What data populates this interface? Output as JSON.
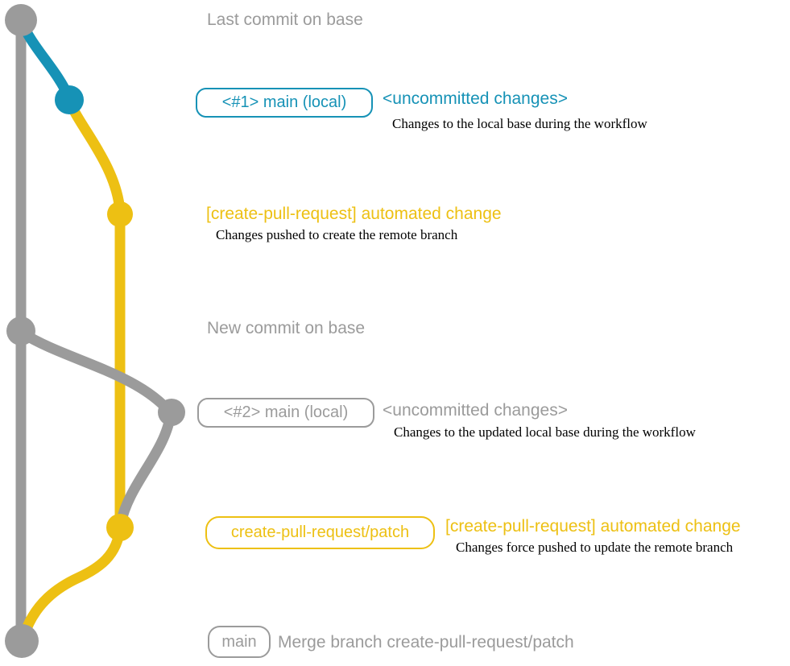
{
  "colors": {
    "gray": "#9b9b9b",
    "teal": "#1692b6",
    "yellow": "#edc013",
    "ink": "#000000",
    "background": "#ffffff"
  },
  "diagram": {
    "type": "git-branch-graph",
    "base_branch_color": "gray",
    "local_uncommitted_color": "teal",
    "pull_request_branch_color": "yellow",
    "commits": [
      {
        "id": "last-base-commit",
        "branch": "base",
        "color": "gray"
      },
      {
        "id": "uncommitted-1",
        "branch": "main-local",
        "color": "teal"
      },
      {
        "id": "automated-change-1",
        "branch": "create-pull-request/patch",
        "color": "yellow"
      },
      {
        "id": "new-base-commit",
        "branch": "base",
        "color": "gray"
      },
      {
        "id": "uncommitted-2",
        "branch": "main-local",
        "color": "gray"
      },
      {
        "id": "automated-change-2",
        "branch": "create-pull-request/patch",
        "color": "yellow"
      },
      {
        "id": "merge-commit",
        "branch": "base",
        "color": "gray"
      }
    ]
  },
  "annotations": {
    "last_commit_label": "Last commit on base",
    "row1": {
      "badge": "<#1> main (local)",
      "status": "<uncommitted changes>",
      "desc": "Changes to the local base during the workflow"
    },
    "row2": {
      "title": "[create-pull-request] automated change",
      "desc": "Changes pushed to create the remote branch"
    },
    "new_commit_label": "New commit on base",
    "row3": {
      "badge": "<#2> main (local)",
      "status": "<uncommitted changes>",
      "desc": "Changes to the updated local base during the workflow"
    },
    "row4": {
      "badge": "create-pull-request/patch",
      "title": "[create-pull-request] automated change",
      "desc": "Changes force pushed to update the remote branch"
    },
    "row5": {
      "badge": "main",
      "desc": "Merge branch create-pull-request/patch"
    }
  }
}
